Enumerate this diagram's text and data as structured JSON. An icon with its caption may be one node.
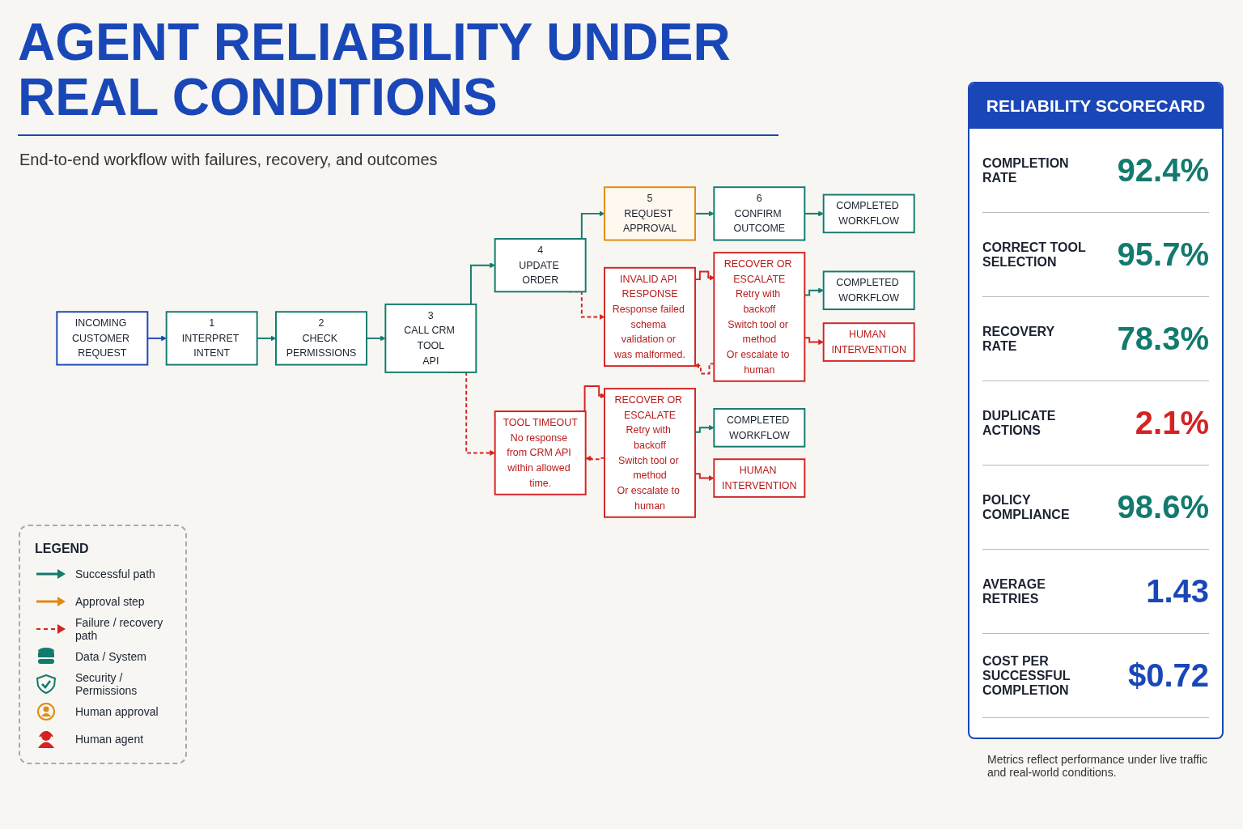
{
  "diagram": {
    "title": "AGENT RELIABILITY UNDER REAL CONDITIONS",
    "nodes": [
      {
        "text": [
          "INCOMING CUSTOMER REQUEST"
        ]
      },
      {
        "text": [
          "1",
          "INTERPRET INTENT"
        ]
      },
      {
        "text": [
          "2",
          "CHECK PERMISSIONS"
        ]
      },
      {
        "text": [
          "3",
          "CALL CRM TOOL",
          "API"
        ]
      },
      {
        "text": [
          "4",
          "UPDATE ORDER"
        ]
      },
      {
        "text": [
          "5",
          "REQUEST APPROVAL"
        ]
      },
      {
        "text": [
          "6",
          "CONFIRM OUTCOME"
        ]
      },
      {
        "text": [
          "COMPLETED WORKFLOW"
        ]
      },
      {
        "text": [
          "TOOL TIMEOUT",
          "No response from CRM API within allowed time."
        ]
      },
      {
        "text": [
          "RECOVER OR ESCALATE",
          "Retry with backoff",
          "Switch tool or method",
          "Or escalate to human"
        ]
      },
      {
        "text": [
          "COMPLETED WORKFLOW"
        ]
      },
      {
        "text": [
          "HUMAN INTERVENTION"
        ]
      },
      {
        "text": [
          "INVALID API RESPONSE",
          "Response failed schema validation or was malformed."
        ]
      },
      {
        "text": [
          "RECOVER OR ESCALATE",
          "Retry with backoff",
          "Switch tool or method",
          "Or escalate to human"
        ]
      },
      {
        "text": [
          "COMPLETED WORKFLOW"
        ]
      },
      {
        "text": [
          "HUMAN INTERVENTION"
        ]
      }
    ],
    "edges": [
      {
        "from": 0,
        "to": 1,
        "arrow": "to",
        "color": "#1a47b8"
      },
      {
        "from": 1,
        "to": 2,
        "arrow": "to"
      },
      {
        "from": 2,
        "to": 3,
        "arrow": "to"
      },
      {
        "from": 3,
        "to": 4,
        "arrow": "to"
      },
      {
        "from": 4,
        "to": 5,
        "arrow": "to"
      },
      {
        "from": 5,
        "to": 6,
        "arrow": "to"
      },
      {
        "from": 6,
        "to": 7,
        "arrow": "to"
      },
      {
        "from": 3,
        "to": 8,
        "arrow": "to",
        "style": "dashed",
        "color": "#d42323"
      },
      {
        "from": 8,
        "to": 9,
        "arrow": "to",
        "color": "#d42323"
      },
      {
        "from": 9,
        "to": 8,
        "arrow": "to",
        "style": "dashed",
        "color": "#d42323"
      },
      {
        "from": 9,
        "to": 10,
        "arrow": "to"
      },
      {
        "from": 9,
        "to": 11,
        "arrow": "to",
        "color": "#d42323"
      },
      {
        "from": 4,
        "to": 12,
        "arrow": "to",
        "style": "dashed",
        "color": "#d42323"
      },
      {
        "from": 12,
        "to": 13,
        "arrow": "to",
        "color": "#d42323"
      },
      {
        "from": 13,
        "to": 12,
        "arrow": "to",
        "style": "dashed",
        "color": "#d42323"
      },
      {
        "from": 13,
        "to": 14,
        "arrow": "to"
      },
      {
        "from": 13,
        "to": 15,
        "arrow": "to",
        "color": "#d42323"
      }
    ],
    "labels": [
      "End-to-end workflow with failures, recovery, and outcomes",
      "RELIABILITY SCORECARD",
      "COMPLETION RATE",
      "92.4%",
      "CORRECT TOOL SELECTION",
      "95.7%",
      "RECOVERY RATE",
      "78.3%",
      "DUPLICATE ACTIONS",
      "2.1%",
      "POLICY COMPLIANCE",
      "98.6%",
      "AVERAGE RETRIES",
      "1.43",
      "COST PER SUCCESSFUL COMPLETION",
      "$0.72",
      "Metrics reflect performance under live traffic and real-world conditions."
    ],
    "legend": [
      {
        "text": "LEGEND"
      },
      {
        "text": "Successful path"
      },
      {
        "text": "Approval step"
      },
      {
        "text": "Failure / recovery path"
      },
      {
        "text": "Data / System"
      },
      {
        "text": "Security / Permissions"
      },
      {
        "text": "Human approval"
      },
      {
        "text": "Human agent"
      }
    ]
  }
}
